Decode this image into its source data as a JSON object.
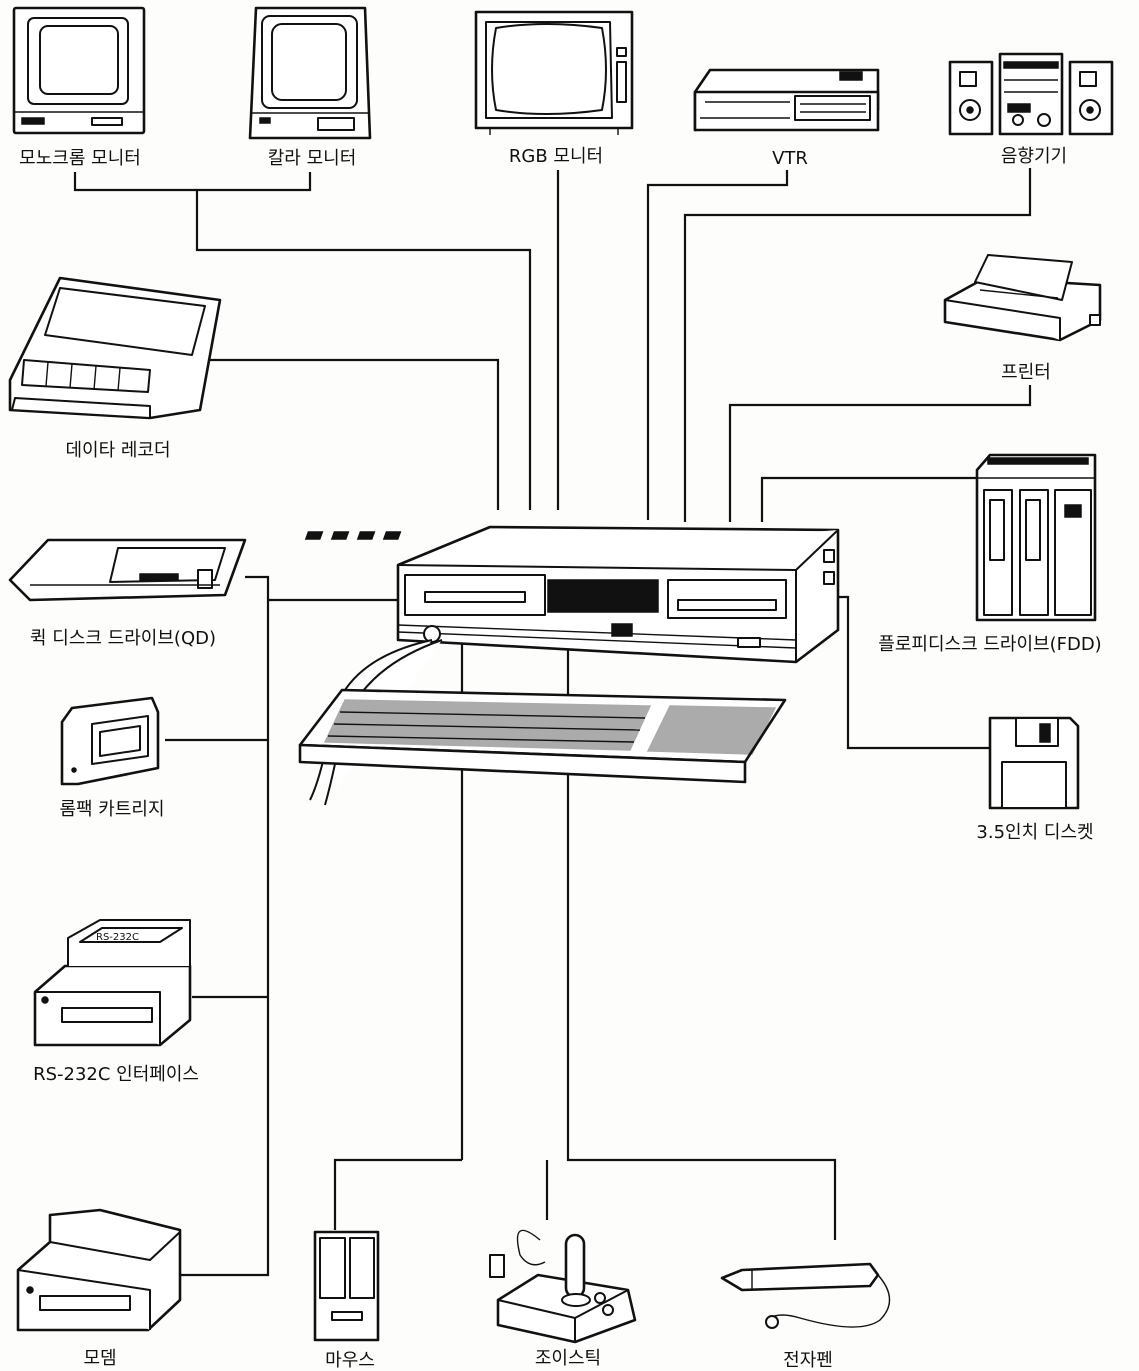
{
  "devices": {
    "mono_monitor": "모노크롬 모니터",
    "color_monitor": "칼라 모니터",
    "rgb_monitor": "RGB 모니터",
    "vtr": "VTR",
    "audio": "음향기기",
    "printer": "프린터",
    "data_recorder": "데이타 레코더",
    "fdd": "플로피디스크 드라이브(FDD)",
    "qd": "퀵 디스크 드라이브(QD)",
    "rompack": "롬팩 카트리지",
    "disk35": "3.5인치 디스켓",
    "rs232c": "RS-232C 인터페이스",
    "rs232c_box_text": "RS-232C",
    "modem": "모뎀",
    "mouse": "마우스",
    "joystick": "조이스틱",
    "lightpen": "전자펜"
  }
}
